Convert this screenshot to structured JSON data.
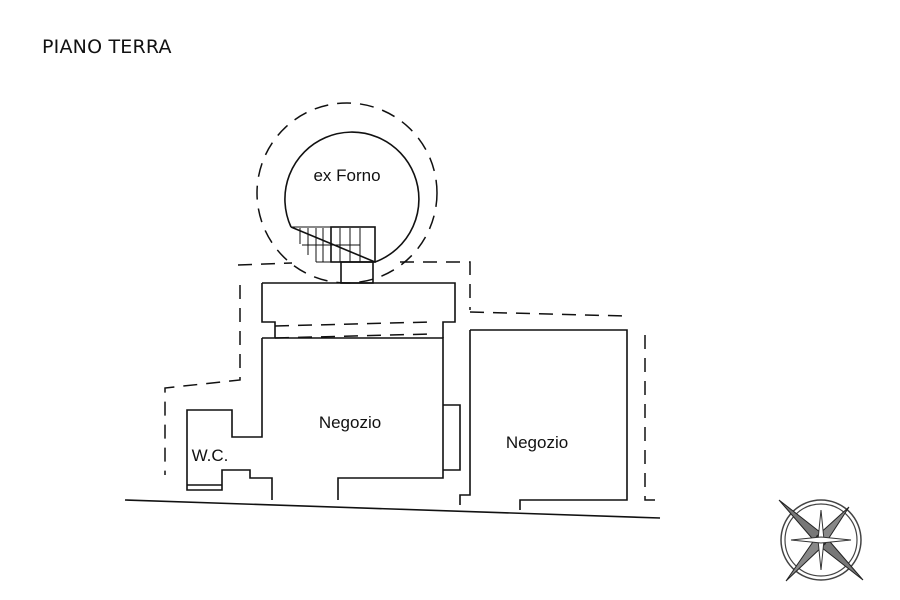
{
  "title": "PIANO TERRA",
  "rooms": {
    "oven": "ex Forno",
    "shop_left": "Negozio",
    "shop_right": "Negozio",
    "wc": "W.C."
  },
  "compass": {
    "icon": "compass-rose-icon"
  }
}
